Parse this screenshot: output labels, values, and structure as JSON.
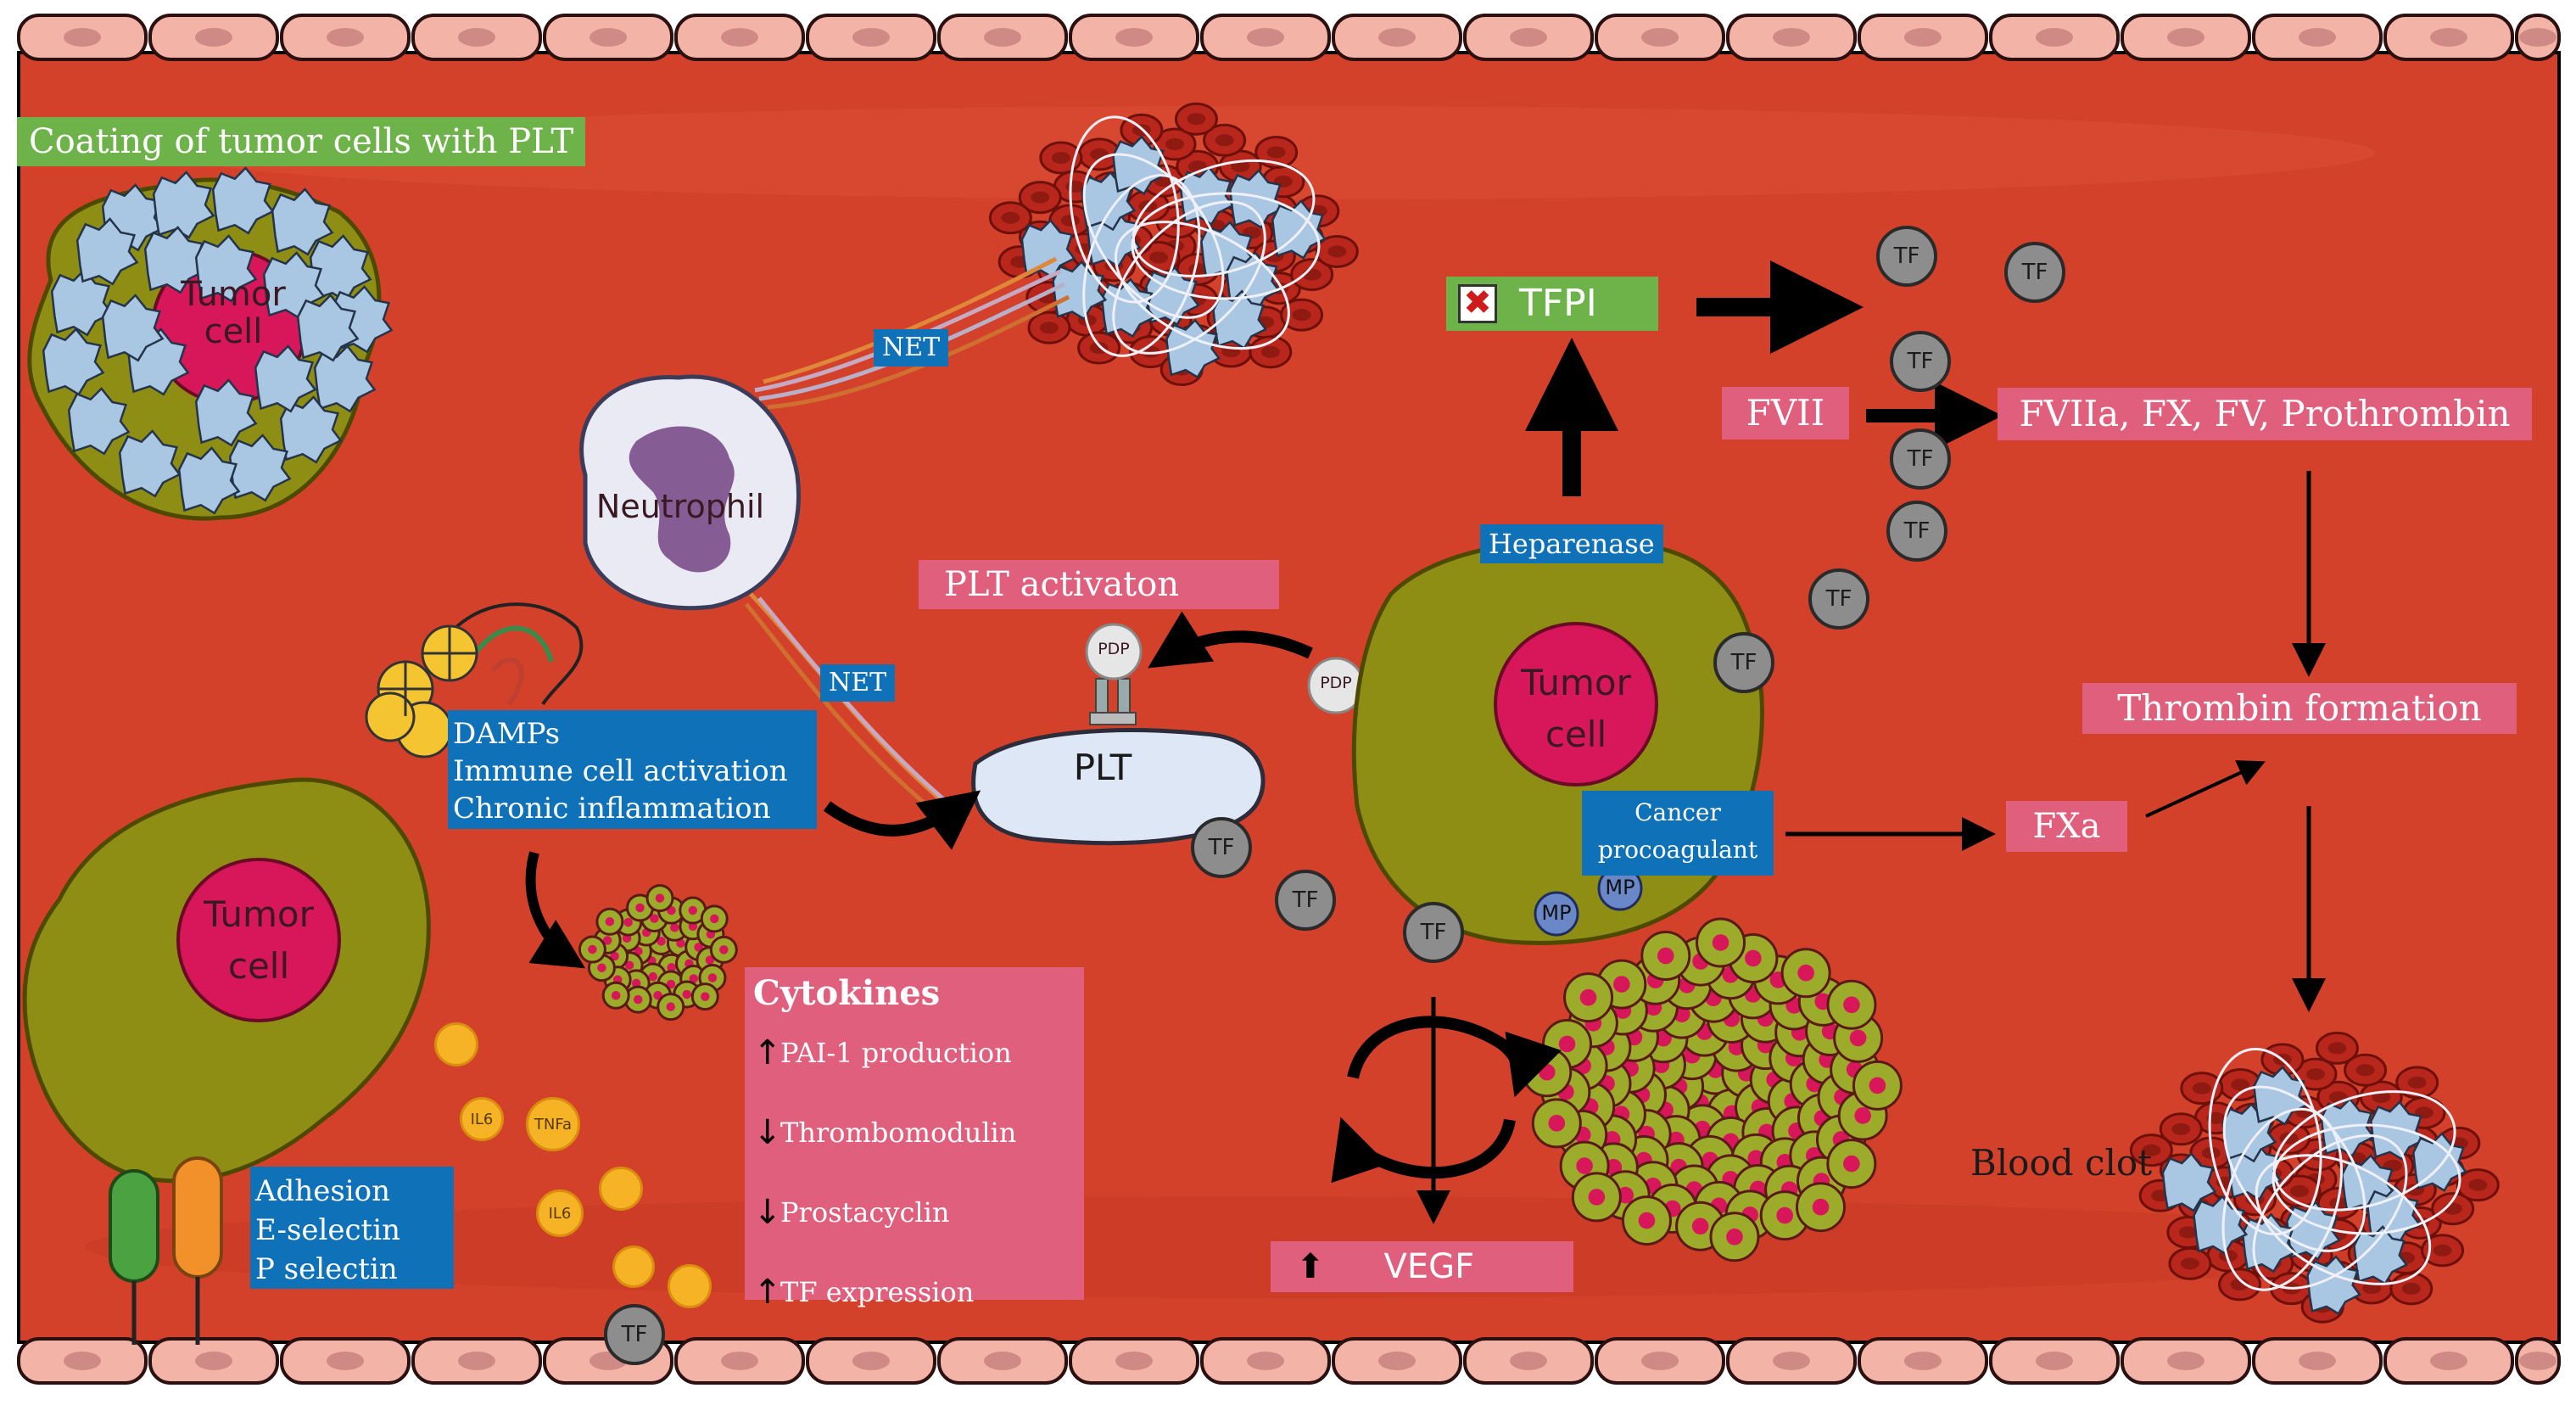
{
  "figure": {
    "coating_title": "Coating of tumor cells with PLT",
    "tumor_cell_label": "Tumor cell",
    "neutrophil_label": "Neutrophil",
    "net_label": "NET",
    "plt_label": "PLT",
    "pdp_label": "PDP",
    "plt_activation_label": "PLT activaton",
    "damps_box": [
      "DAMPs",
      "Immune cell activation",
      "Chronic inflammation"
    ],
    "adhesion_box": [
      "Adhesion",
      "E-selectin",
      "P selectin"
    ],
    "cytokines": {
      "title": "Cytokines",
      "items": [
        {
          "direction": "up",
          "text": "PAI-1 production"
        },
        {
          "direction": "down",
          "text": "Thrombomodulin"
        },
        {
          "direction": "down",
          "text": "Prostacyclin"
        },
        {
          "direction": "up",
          "text": "TF expression"
        }
      ]
    },
    "il6_label": "IL6",
    "tnfa_label": "TNFa",
    "tf_label": "TF",
    "mp_label": "MP",
    "heparanase_label": "Heparenase",
    "cancer_procoagulant_label": [
      "Cancer",
      "procoagulant"
    ],
    "tfpi_label": "TFPI",
    "fvii_label": "FVII",
    "factors_label": "FVIIa, FX, FV, Prothrombin",
    "thrombin_label": "Thrombin formation",
    "fxa_label": "FXa",
    "vegf_label": "VEGF",
    "blood_clot_label": "Blood clot"
  },
  "colors": {
    "vessel_lumen": "#d4412a",
    "endothelium": "#f3b3a7",
    "tumor_cytoplasm": "#8f8e14",
    "tumor_nucleus": "#d8165a",
    "platelet": "#a9c6e3",
    "rbc": "#b8261c",
    "green_label": "#6db34a",
    "pink_label": "#e05f7d",
    "blue_label": "#0f72b8",
    "tf_bead": "#8d8d8d",
    "cytokine_bead": "#f5b325"
  }
}
